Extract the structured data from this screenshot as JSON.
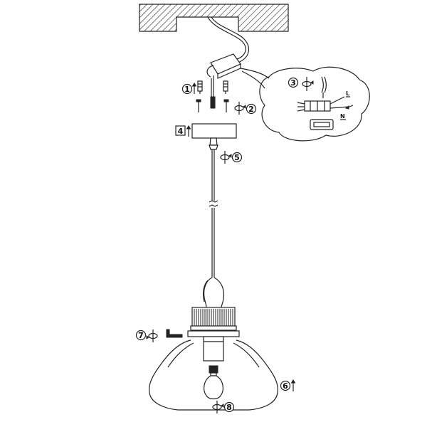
{
  "diagram": {
    "steps": [
      {
        "id": "step-1",
        "number": "1"
      },
      {
        "id": "step-2",
        "number": "2"
      },
      {
        "id": "step-3",
        "number": "3"
      },
      {
        "id": "step-4",
        "number": "4"
      },
      {
        "id": "step-5",
        "number": "5"
      },
      {
        "id": "step-6",
        "number": "6"
      },
      {
        "id": "step-7",
        "number": "7"
      },
      {
        "id": "step-8",
        "number": "8"
      }
    ],
    "wire_labels": {
      "live": "L",
      "neutral": "N"
    },
    "colors": {
      "line": "#222222",
      "background": "#ffffff"
    }
  }
}
